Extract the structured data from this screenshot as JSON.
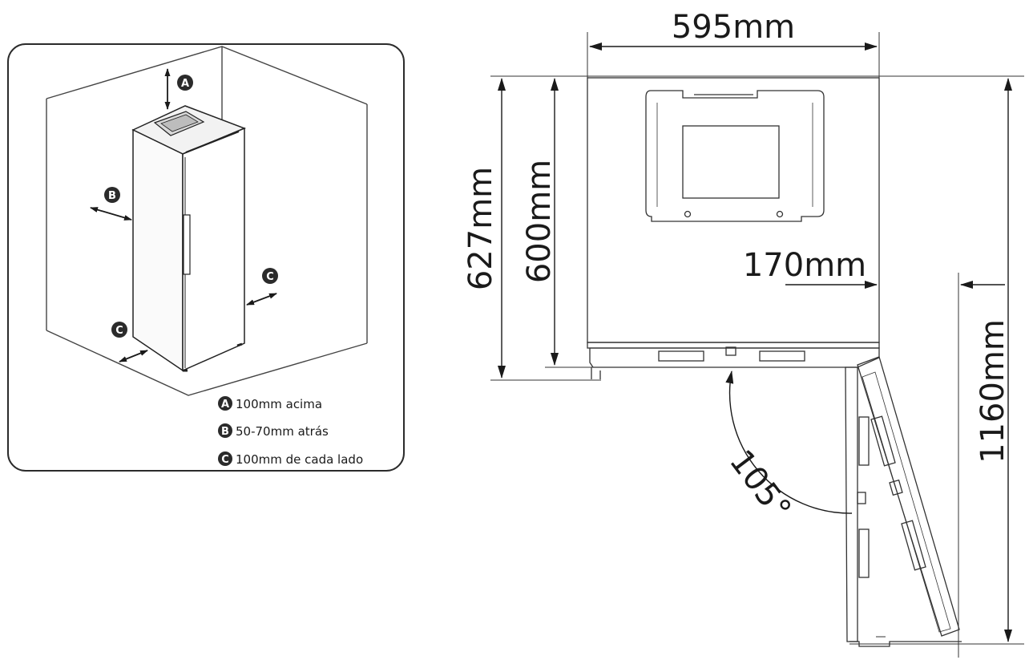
{
  "colors": {
    "ink": "#1a1a1a",
    "line": "#2b2b2b",
    "badge": "#2b2b2b",
    "paper": "#ffffff"
  },
  "clearance": {
    "markers": {
      "a": "A",
      "b": "B",
      "c": "C"
    },
    "legend": [
      {
        "marker": "A",
        "text": "100mm acima"
      },
      {
        "marker": "B",
        "text": "50-70mm atrás"
      },
      {
        "marker": "C",
        "text": "100mm de cada lado"
      }
    ]
  },
  "plan": {
    "width": "595mm",
    "depth_total": "627mm",
    "depth_body": "600mm",
    "door_offset": "170mm",
    "open_depth": "1160mm",
    "door_angle": "105°"
  }
}
